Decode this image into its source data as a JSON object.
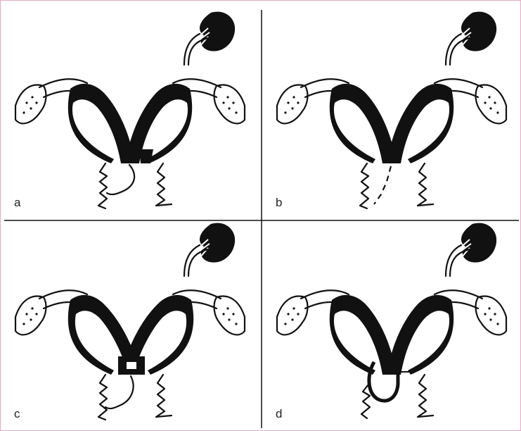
{
  "figure": {
    "panels": [
      {
        "id": "a",
        "label": "a"
      },
      {
        "id": "b",
        "label": "b"
      },
      {
        "id": "c",
        "label": "c"
      },
      {
        "id": "d",
        "label": "d"
      }
    ],
    "colors": {
      "ink": "#111111",
      "background": "#ffffff",
      "frame": "#e7a9c4"
    }
  }
}
